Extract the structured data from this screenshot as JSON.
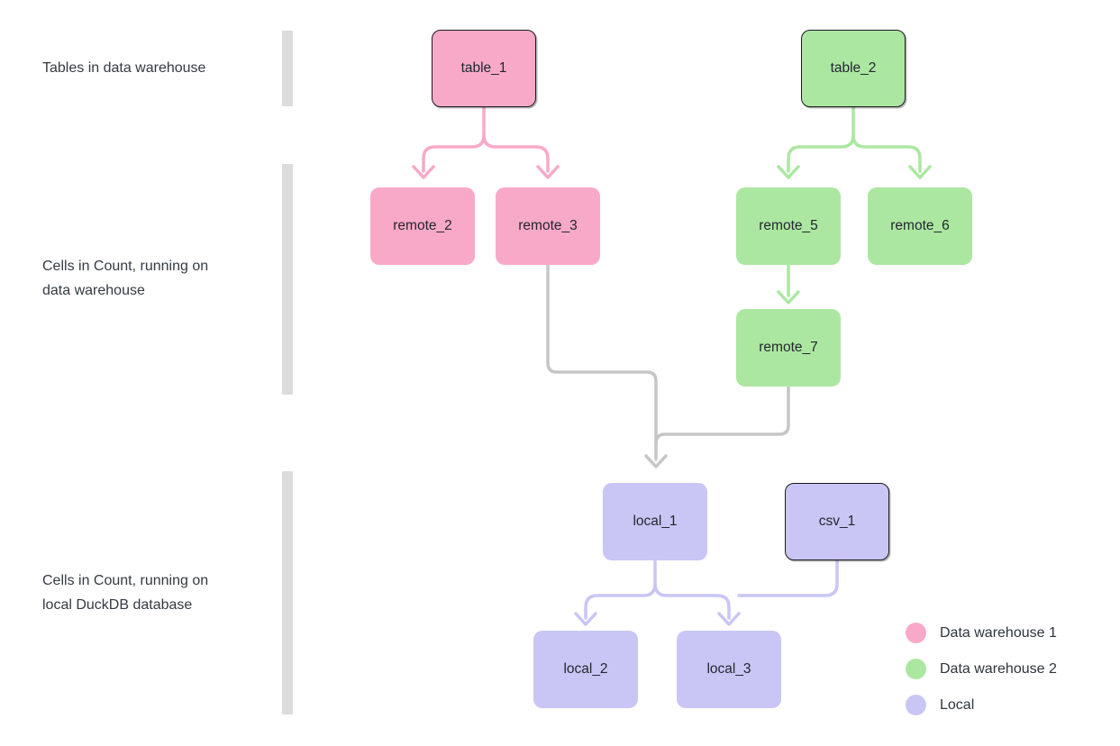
{
  "sections": {
    "tables": {
      "label": "Tables in data warehouse"
    },
    "warehouse_cells": {
      "line1": "Cells in Count, running on",
      "line2": "data warehouse"
    },
    "local_cells": {
      "line1": "Cells in Count, running on",
      "line2": "local DuckDB database"
    }
  },
  "nodes": {
    "table_1": "table_1",
    "table_2": "table_2",
    "remote_2": "remote_2",
    "remote_3": "remote_3",
    "remote_5": "remote_5",
    "remote_6": "remote_6",
    "remote_7": "remote_7",
    "local_1": "local_1",
    "csv_1": "csv_1",
    "local_2": "local_2",
    "local_3": "local_3"
  },
  "edges": [
    {
      "from": "table_1",
      "to": "remote_2",
      "color": "#F9A9C8"
    },
    {
      "from": "table_1",
      "to": "remote_3",
      "color": "#F9A9C8"
    },
    {
      "from": "table_2",
      "to": "remote_5",
      "color": "#ACE7A2"
    },
    {
      "from": "table_2",
      "to": "remote_6",
      "color": "#ACE7A2"
    },
    {
      "from": "remote_5",
      "to": "remote_7",
      "color": "#ACE7A2"
    },
    {
      "from": "remote_3",
      "to": "local_1",
      "color": "#C6C6C6"
    },
    {
      "from": "remote_7",
      "to": "local_1",
      "color": "#C6C6C6"
    },
    {
      "from": "local_1",
      "to": "local_2",
      "color": "#C9C6F5"
    },
    {
      "from": "local_1",
      "to": "local_3",
      "color": "#C9C6F5"
    },
    {
      "from": "csv_1",
      "to": "local_3",
      "color": "#C9C6F5"
    }
  ],
  "legend": {
    "items": [
      {
        "label": "Data warehouse 1",
        "color": "#F9A9C8",
        "icon": "circle-swatch"
      },
      {
        "label": "Data warehouse 2",
        "color": "#ACE7A2",
        "icon": "circle-swatch"
      },
      {
        "label": "Local",
        "color": "#C9C6F5",
        "icon": "circle-swatch"
      }
    ]
  },
  "colors": {
    "warehouse1": "#F9A9C8",
    "warehouse2": "#ACE7A2",
    "local": "#C9C6F5",
    "edge_gray": "#C6C6C6",
    "section_bar": "#DCDCDC",
    "node_border": "#1B1B1B",
    "label_text": "#333A42"
  }
}
